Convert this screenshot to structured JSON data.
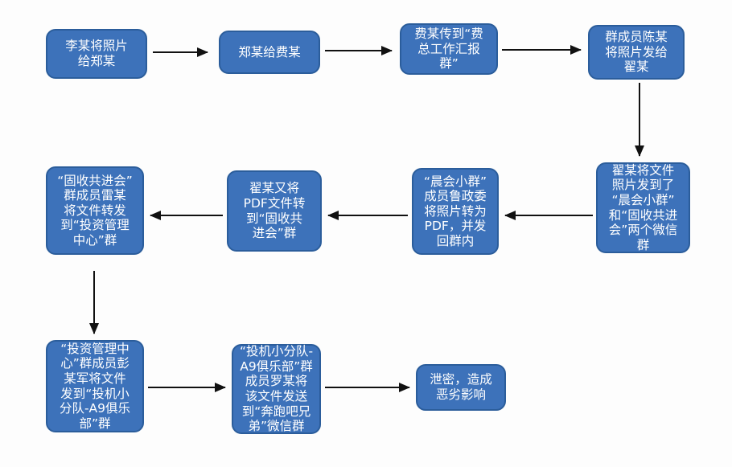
{
  "diagram": {
    "type": "flowchart",
    "colors": {
      "node_fill": "#3d72ba",
      "node_border": "#2b5d9b",
      "node_text": "#ffffff",
      "arrow": "#111111",
      "background": "#fdfdfd"
    },
    "nodes": [
      {
        "id": 1,
        "text": "李某将照片\n给郑某"
      },
      {
        "id": 2,
        "text": "郑某给费某"
      },
      {
        "id": 3,
        "text": "费某传到“费\n总工作汇报\n群”"
      },
      {
        "id": 4,
        "text": "群成员陈某\n将照片发给\n翟某"
      },
      {
        "id": 5,
        "text": "翟某将文件\n照片发到了\n“晨会小群”\n和“固收共进\n会”两个微信\n群"
      },
      {
        "id": 6,
        "text": "“晨会小群”\n成员鲁政委\n将照片转为\nPDF，并发\n回群内"
      },
      {
        "id": 7,
        "text": "翟某又将\nPDF文件转\n到“固收共\n进会”群"
      },
      {
        "id": 8,
        "text": "“固收共进会”\n群成员雷某\n将文件转发\n到“投资管理\n中心”群"
      },
      {
        "id": 9,
        "text": "“投资管理中\n心”群成员彭\n某军将文件\n发到“投机小\n分队-A9俱乐\n部”群"
      },
      {
        "id": 10,
        "text": "“投机小分队-\nA9俱乐部”群\n成员罗某将\n该文件发送\n到“奔跑吧兄\n弟”微信群"
      },
      {
        "id": 11,
        "text": "泄密，造成\n恶劣影响"
      }
    ],
    "edges": [
      {
        "from": 1,
        "to": 2
      },
      {
        "from": 2,
        "to": 3
      },
      {
        "from": 3,
        "to": 4
      },
      {
        "from": 4,
        "to": 5
      },
      {
        "from": 5,
        "to": 6
      },
      {
        "from": 6,
        "to": 7
      },
      {
        "from": 7,
        "to": 8
      },
      {
        "from": 8,
        "to": 9
      },
      {
        "from": 9,
        "to": 10
      },
      {
        "from": 10,
        "to": 11
      }
    ]
  }
}
